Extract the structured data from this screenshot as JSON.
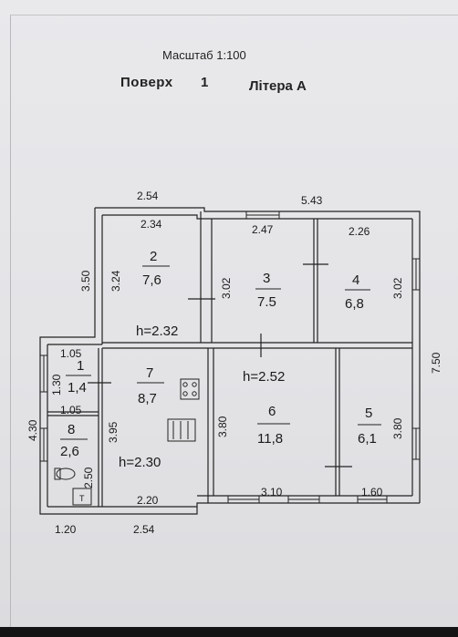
{
  "header": {
    "scale": "Масштаб 1:100",
    "floor_label": "Поверх",
    "floor_number": "1",
    "litera": "Літера А"
  },
  "dimensions": {
    "top_left": "2.54",
    "top_right": "5.43",
    "bottom_left": "1.20",
    "bottom_mid": "2.54",
    "left_outer": "4.30",
    "left_upper": "3.50",
    "right_outer": "7.50"
  },
  "rooms": [
    {
      "id": "2",
      "area": "7,6",
      "width": "2.34",
      "length": "3.24"
    },
    {
      "id": "3",
      "area": "7.5",
      "width": "2.47",
      "length": "3.02"
    },
    {
      "id": "4",
      "area": "6,8",
      "width": "2.26",
      "length": "3.02"
    },
    {
      "id": "7",
      "area": "8,7",
      "width": "",
      "length": "3.95"
    },
    {
      "id": "1",
      "area": "1,4",
      "width": "1.05",
      "length": "1.30"
    },
    {
      "id": "8",
      "area": "2,6",
      "width": "1.05",
      "length": "2.50"
    },
    {
      "id": "6",
      "area": "11,8",
      "width": "3.10",
      "length": "3.80"
    },
    {
      "id": "5",
      "area": "6,1",
      "width": "1.60",
      "length": "3.80"
    }
  ],
  "heights": {
    "h1": "h=2.32",
    "h2": "h=2.52",
    "h3": "h=2.30"
  },
  "kitchen": {
    "width": "2.20"
  },
  "toilet_mark": "T"
}
